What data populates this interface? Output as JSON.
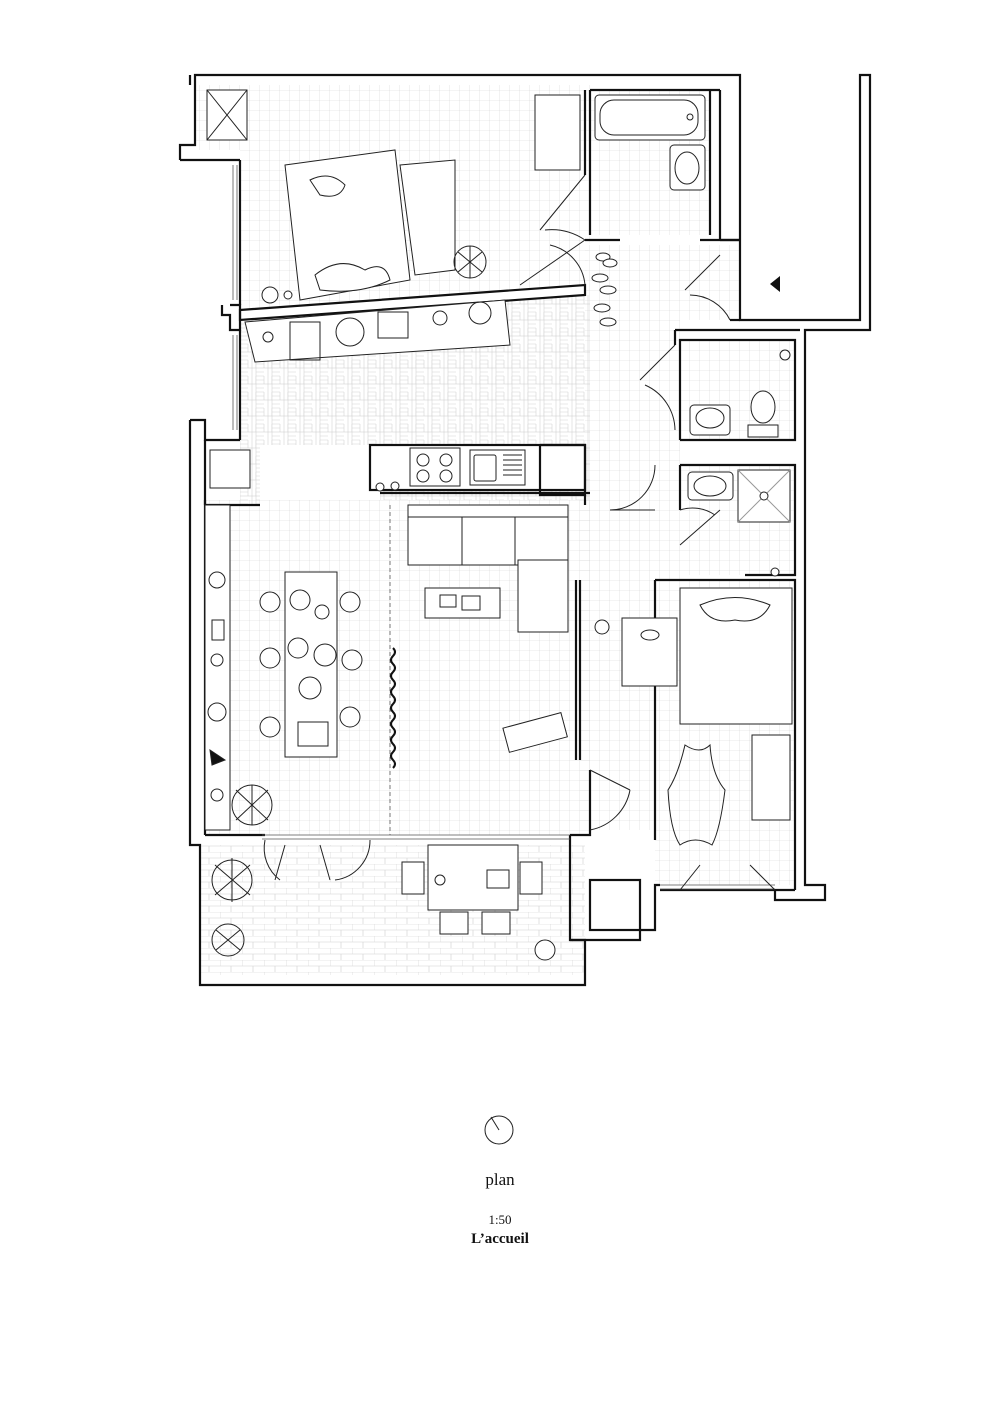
{
  "drawing": {
    "kind": "architectural floor plan",
    "line_color": "#111111",
    "hatch_color": "#c9c9c9",
    "background": "#ffffff"
  },
  "caption": {
    "title": "plan",
    "scale": "1:50",
    "name": "L’accueil"
  },
  "north_arrow": {
    "icon": "north-arrow-icon"
  }
}
